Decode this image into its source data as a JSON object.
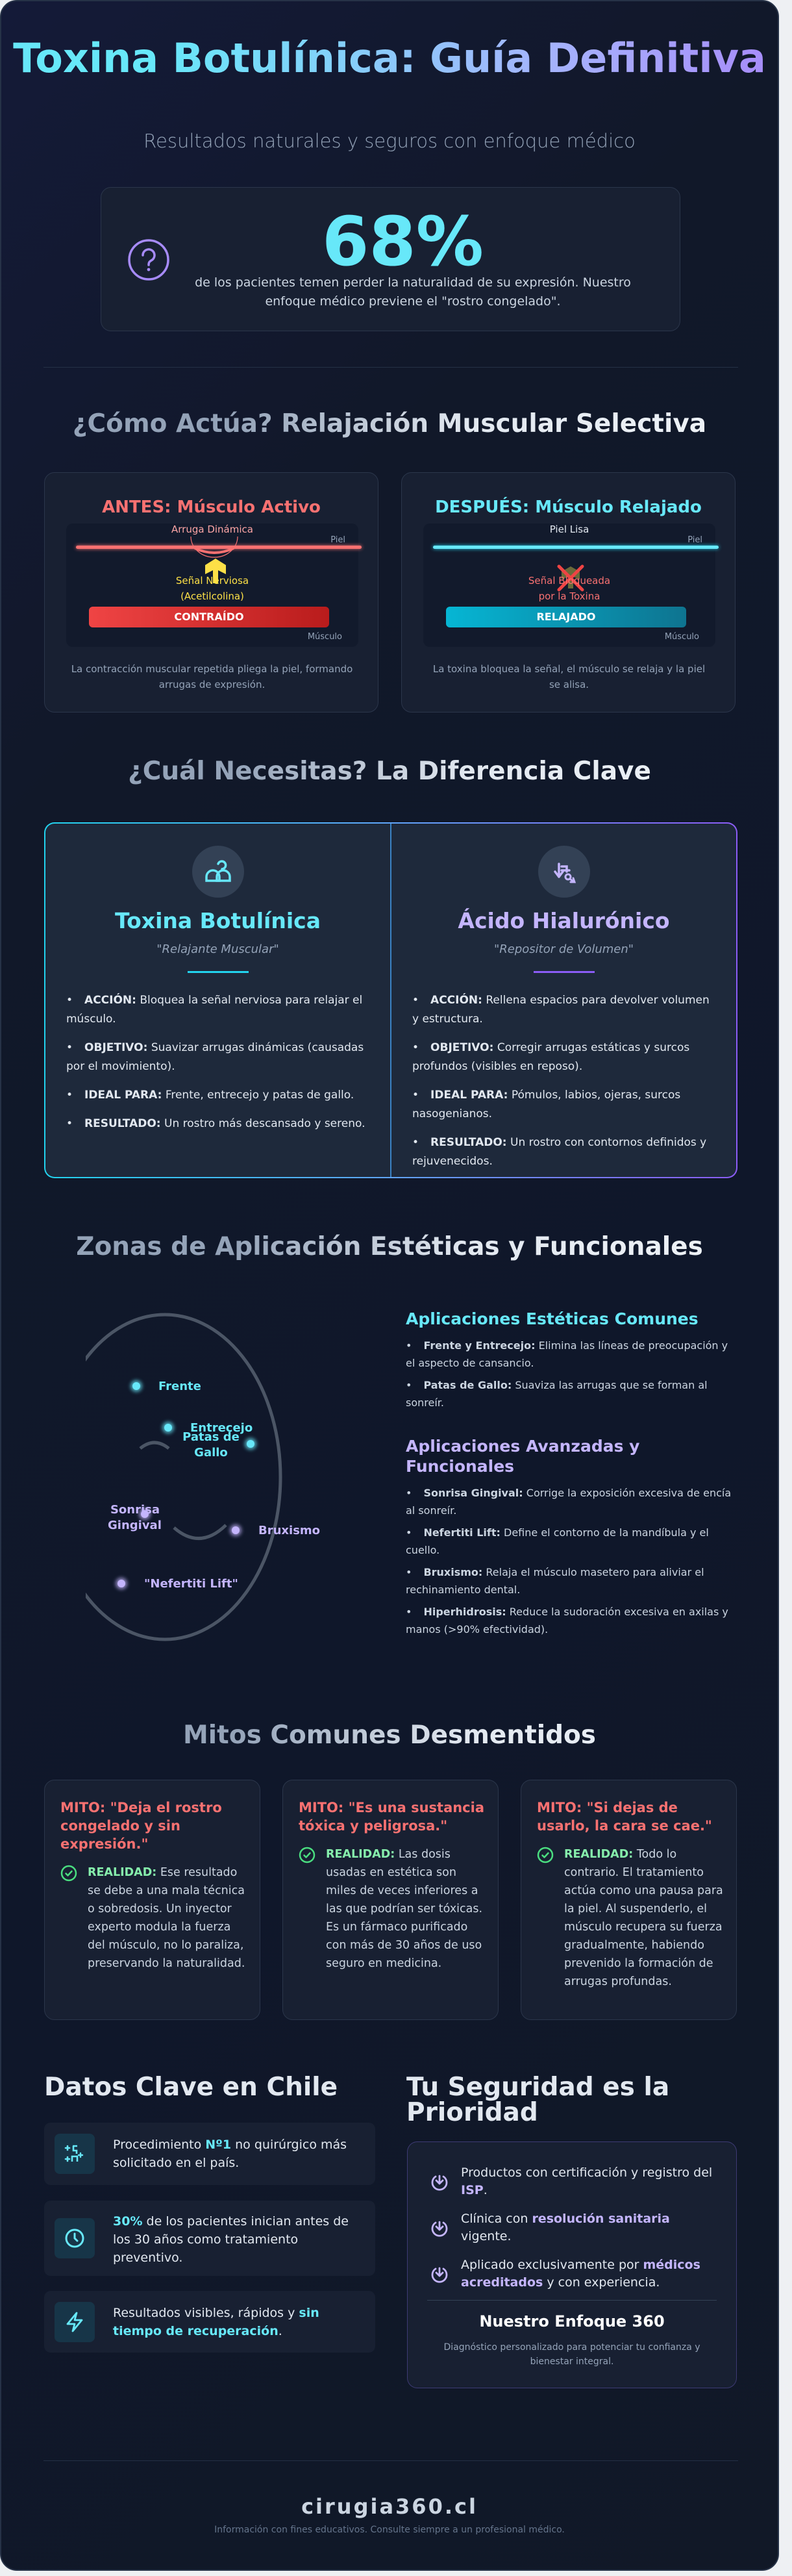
{
  "hero": {
    "title": "Toxina Botulínica: Guía Definitiva",
    "subtitle": "Resultados naturales y seguros con enfoque médico",
    "stat_value": "68%",
    "stat_text": "de los pacientes temen perder la naturalidad de su expresión. Nuestro enfoque médico previene el \"rostro congelado\".",
    "stat_icon": "question-circle-icon"
  },
  "how": {
    "title": "¿Cómo Actúa? Relajación Muscular Selectiva",
    "before": {
      "title": "ANTES: Músculo Activo",
      "top_label": "Arruga Dinámica",
      "skin_label": "Piel",
      "signal": [
        "Señal Nerviosa",
        "(Acetilcolina)"
      ],
      "muscle_state": "CONTRAÍDO",
      "muscle_label": "Músculo",
      "caption": "La contracción muscular repetida pliega la piel, formando arrugas de expresión."
    },
    "after": {
      "title": "DESPUÉS: Músculo Relajado",
      "top_label": "Piel Lisa",
      "skin_label": "Piel",
      "signal": [
        "Señal Bloqueada",
        "por la Toxina"
      ],
      "muscle_state": "RELAJADO",
      "muscle_label": "Músculo",
      "caption": "La toxina bloquea la señal, el músculo se relaja y la piel se alisa."
    }
  },
  "compare": {
    "title": "¿Cuál Necesitas? La Diferencia Clave",
    "columns": [
      {
        "icon": "relax-person-icon",
        "title": "Toxina Botulínica",
        "subtitle": "\"Relajante Muscular\"",
        "items": [
          {
            "label": "ACCIÓN:",
            "text": "Bloquea la señal nerviosa para relajar el músculo."
          },
          {
            "label": "OBJETIVO:",
            "text": "Suavizar arrugas dinámicas (causadas por el movimiento)."
          },
          {
            "label": "IDEAL PARA:",
            "text": "Frente, entrecejo y patas de gallo."
          },
          {
            "label": "RESULTADO:",
            "text": "Un rostro más descansado y sereno."
          }
        ]
      },
      {
        "icon": "volume-fill-icon",
        "title": "Ácido Hialurónico",
        "subtitle": "\"Repositor de Volumen\"",
        "items": [
          {
            "label": "ACCIÓN:",
            "text": "Rellena espacios para devolver volumen y estructura."
          },
          {
            "label": "OBJETIVO:",
            "text": "Corregir arrugas estáticas y surcos profundos (visibles en reposo)."
          },
          {
            "label": "IDEAL PARA:",
            "text": "Pómulos, labios, ojeras, surcos nasogenianos."
          },
          {
            "label": "RESULTADO:",
            "text": "Un rostro con contornos definidos y rejuvenecidos."
          }
        ]
      }
    ]
  },
  "zones": {
    "title": "Zonas de Aplicación Estéticas y Funcionales",
    "face_points": [
      {
        "label": "Frente",
        "type": "aesthetic"
      },
      {
        "label": "Entrecejo",
        "type": "aesthetic"
      },
      {
        "label": "Patas de Gallo",
        "type": "aesthetic"
      },
      {
        "label": "Sonrisa Gingival",
        "type": "advanced"
      },
      {
        "label": "Bruxismo",
        "type": "advanced"
      },
      {
        "label": "\"Nefertiti Lift\"",
        "type": "advanced"
      }
    ],
    "aesthetic": {
      "title": "Aplicaciones Estéticas Comunes",
      "items": [
        {
          "label": "Frente y Entrecejo:",
          "text": "Elimina las líneas de preocupación y el aspecto de cansancio."
        },
        {
          "label": "Patas de Gallo:",
          "text": "Suaviza las arrugas que se forman al sonreír."
        }
      ]
    },
    "advanced": {
      "title": "Aplicaciones Avanzadas y Funcionales",
      "items": [
        {
          "label": "Sonrisa Gingival:",
          "text": "Corrige la exposición excesiva de encía al sonreír."
        },
        {
          "label": "Nefertiti Lift:",
          "text": "Define el contorno de la mandíbula y el cuello."
        },
        {
          "label": "Bruxismo:",
          "text": "Relaja el músculo masetero para aliviar el rechinamiento dental."
        },
        {
          "label": "Hiperhidrosis:",
          "text": "Reduce la sudoración excesiva en axilas y manos (>90% efectividad)."
        }
      ]
    }
  },
  "myths": {
    "title": "Mitos Comunes Desmentidos",
    "reality_label": "REALIDAD:",
    "items": [
      {
        "myth": "MITO: \"Deja el rostro congelado y sin expresión.\"",
        "reality": "Ese resultado se debe a una mala técnica o sobredosis. Un inyector experto modula la fuerza del músculo, no lo paraliza, preservando la naturalidad."
      },
      {
        "myth": "MITO: \"Es una sustancia tóxica y peligrosa.\"",
        "reality": "Las dosis usadas en estética son miles de veces inferiores a las que podrían ser tóxicas. Es un fármaco purificado con más de 30 años de uso seguro en medicina."
      },
      {
        "myth": "MITO: \"Si dejas de usarlo, la cara se cae.\"",
        "reality": "Todo lo contrario. El tratamiento actúa como una pausa para la piel. Al suspenderlo, el músculo recupera su fuerza gradualmente, habiendo prevenido la formación de arrugas profundas."
      }
    ]
  },
  "facts": {
    "title": "Datos Clave en Chile",
    "items": [
      {
        "icon": "sparkles-icon",
        "pre": "Procedimiento ",
        "highlight": "Nº1",
        "post": " no quirúrgico más solicitado en el país."
      },
      {
        "icon": "clock-icon",
        "pre": "",
        "highlight": "30%",
        "post": " de los pacientes inician antes de los 30 años como tratamiento preventivo."
      },
      {
        "icon": "lightning-icon",
        "pre": "Resultados visibles, rápidos y ",
        "highlight": "sin tiempo de recuperación",
        "post": "."
      }
    ]
  },
  "safety": {
    "title": "Tu Seguridad es la Prioridad",
    "items": [
      {
        "pre": "Productos con certificación y registro del ",
        "highlight": "ISP",
        "post": "."
      },
      {
        "pre": "Clínica con ",
        "highlight": "resolución sanitaria",
        "post": " vigente."
      },
      {
        "pre": "Aplicado exclusivamente por ",
        "highlight": "médicos acreditados",
        "post": " y con experiencia."
      }
    ],
    "approach_title": "Nuestro Enfoque 360",
    "approach_text": "Diagnóstico personalizado para potenciar tu confianza y bienestar integral."
  },
  "footer": {
    "brand": "cirugia360.cl",
    "note": "Información con fines educativos. Consulte siempre a un profesional médico."
  },
  "colors": {
    "cyan": "#67e8f9",
    "violet": "#c4b5fd",
    "red": "#f87171",
    "green": "#86efac",
    "background": "#0f172a"
  }
}
